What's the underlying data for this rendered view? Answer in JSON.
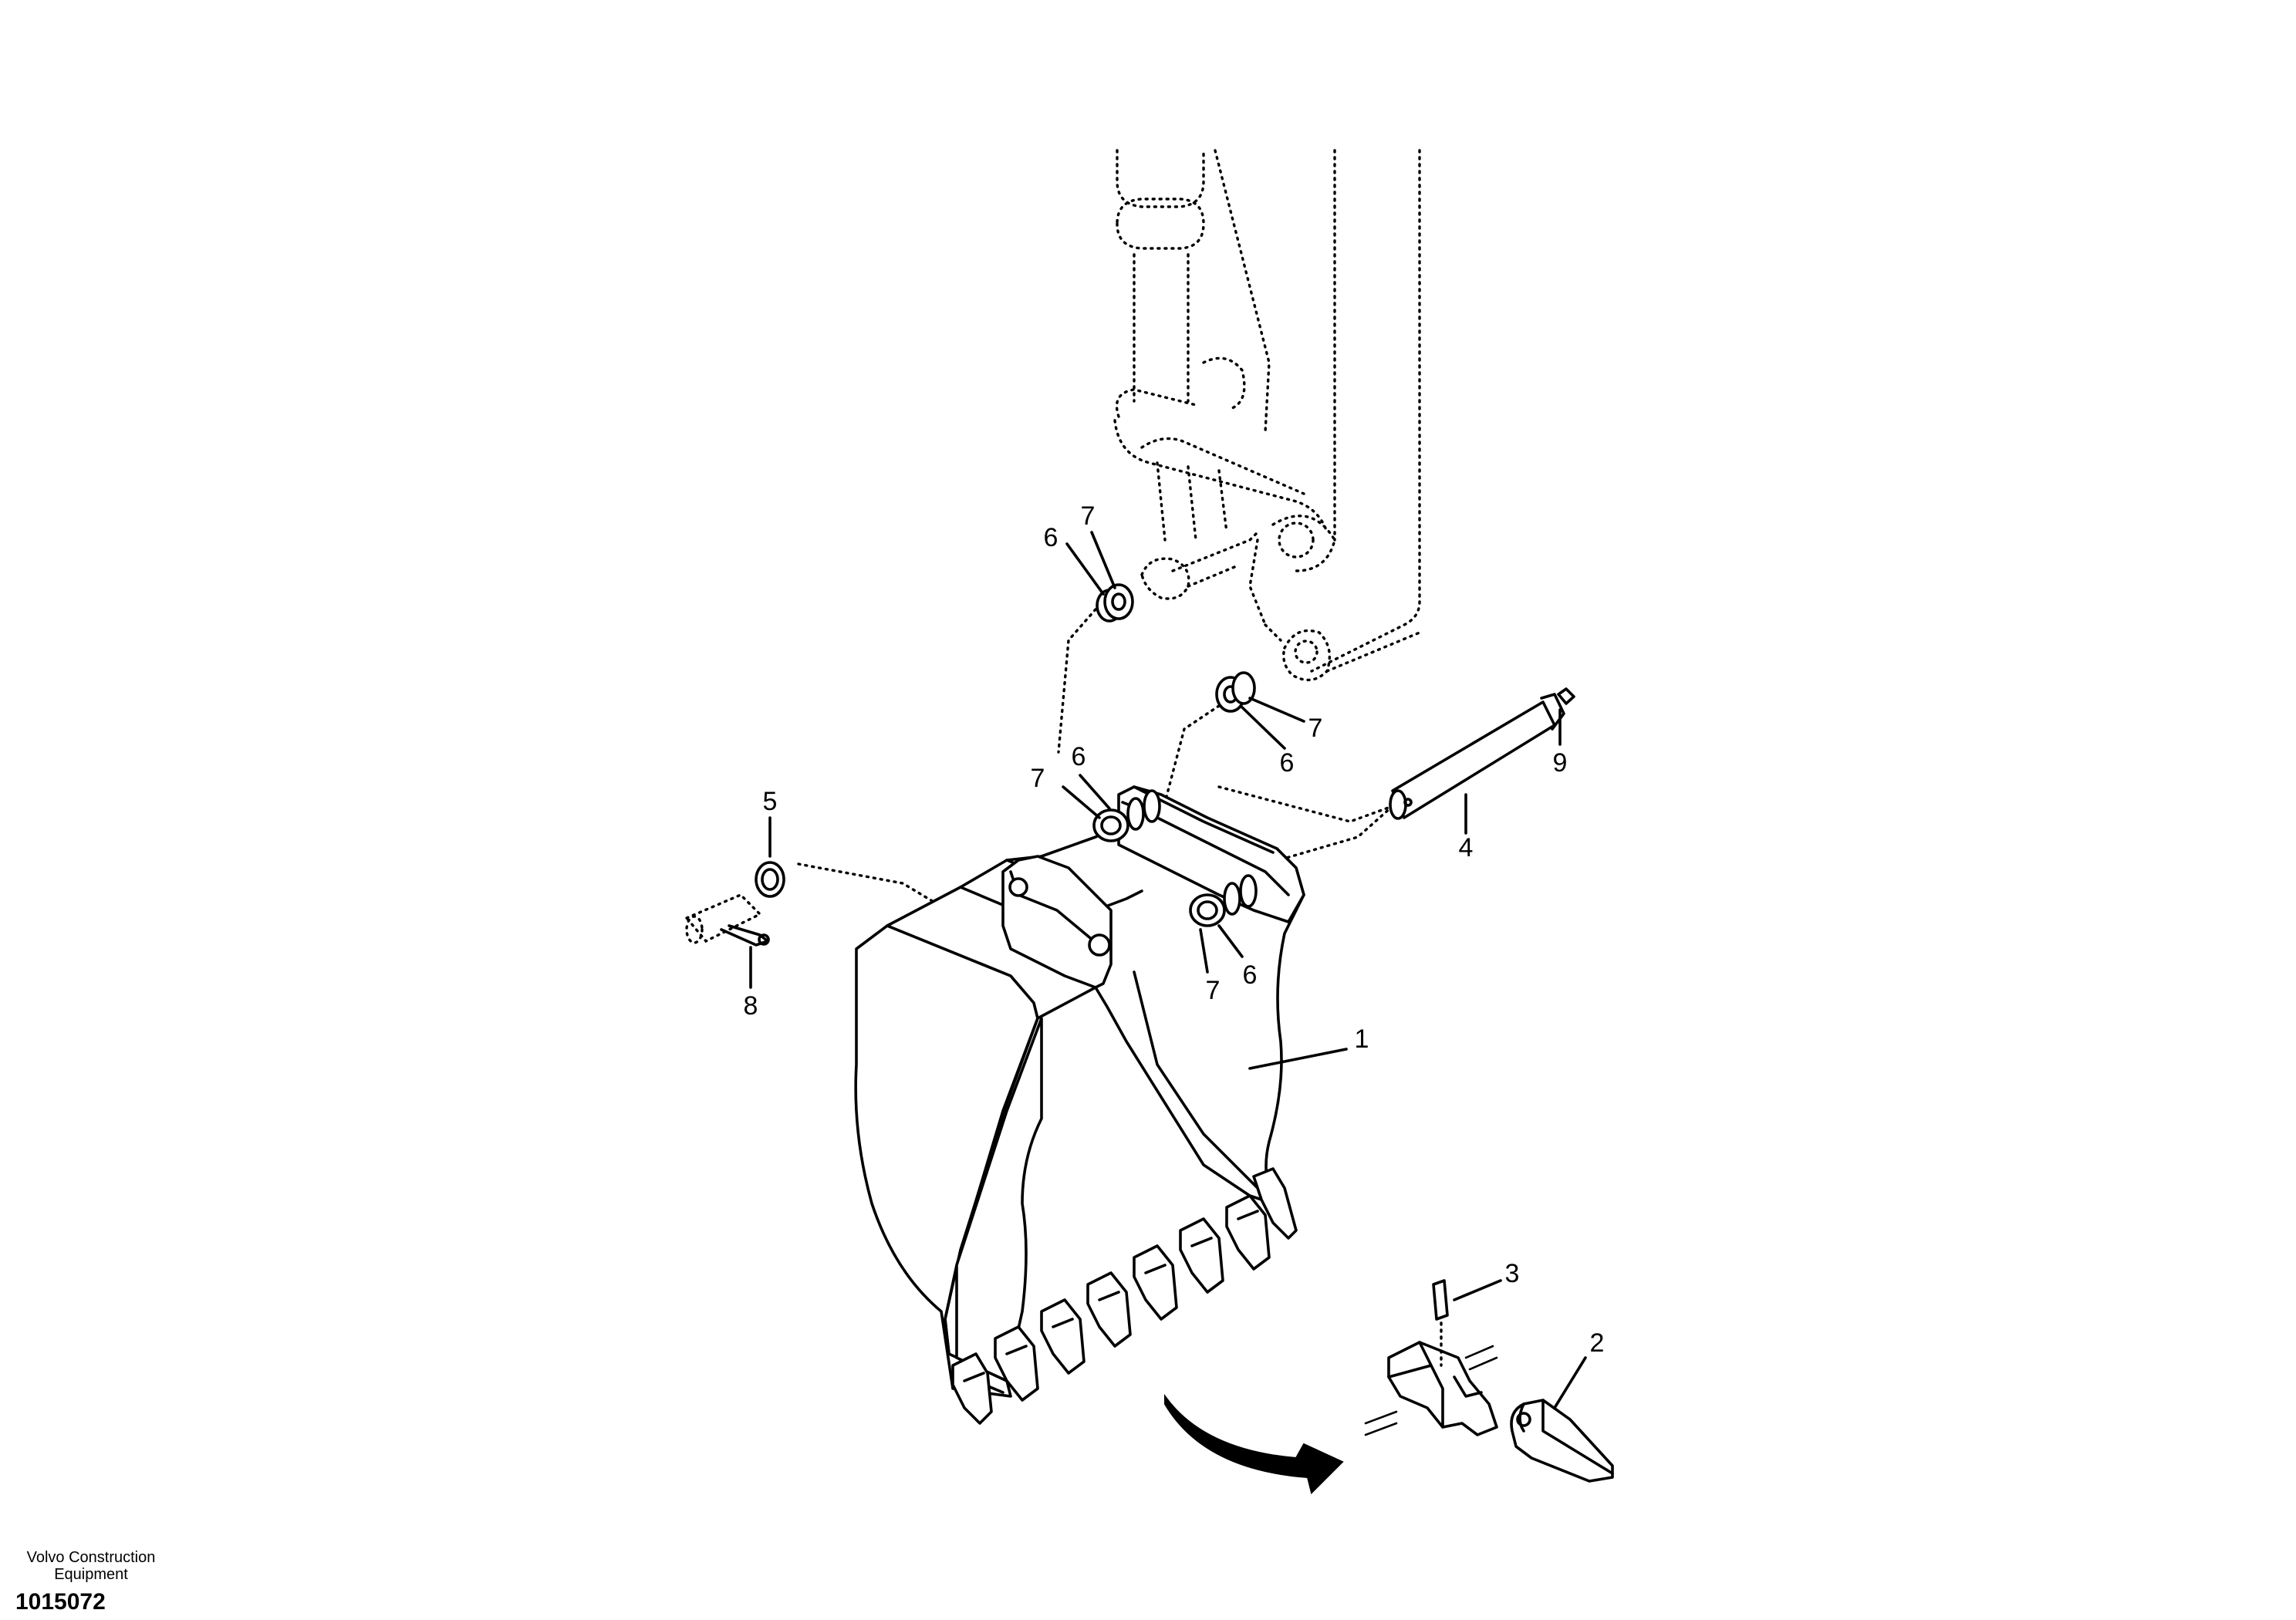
{
  "footer": {
    "brand_line1": "Volvo Construction",
    "brand_line2": "Equipment",
    "document_number": "1015072"
  },
  "callouts": [
    {
      "id": "c1",
      "label": "1"
    },
    {
      "id": "c2",
      "label": "2"
    },
    {
      "id": "c3",
      "label": "3"
    },
    {
      "id": "c4",
      "label": "4"
    },
    {
      "id": "c5",
      "label": "5"
    },
    {
      "id": "c6a",
      "label": "6"
    },
    {
      "id": "c7a",
      "label": "7"
    },
    {
      "id": "c7b",
      "label": "7"
    },
    {
      "id": "c6b",
      "label": "6"
    },
    {
      "id": "c9",
      "label": "9"
    },
    {
      "id": "c7c",
      "label": "7"
    },
    {
      "id": "c6c",
      "label": "6"
    },
    {
      "id": "c7d",
      "label": "7"
    },
    {
      "id": "c6d",
      "label": "6"
    },
    {
      "id": "c8",
      "label": "8"
    }
  ],
  "colors": {
    "line": "#000000",
    "background": "#ffffff"
  }
}
